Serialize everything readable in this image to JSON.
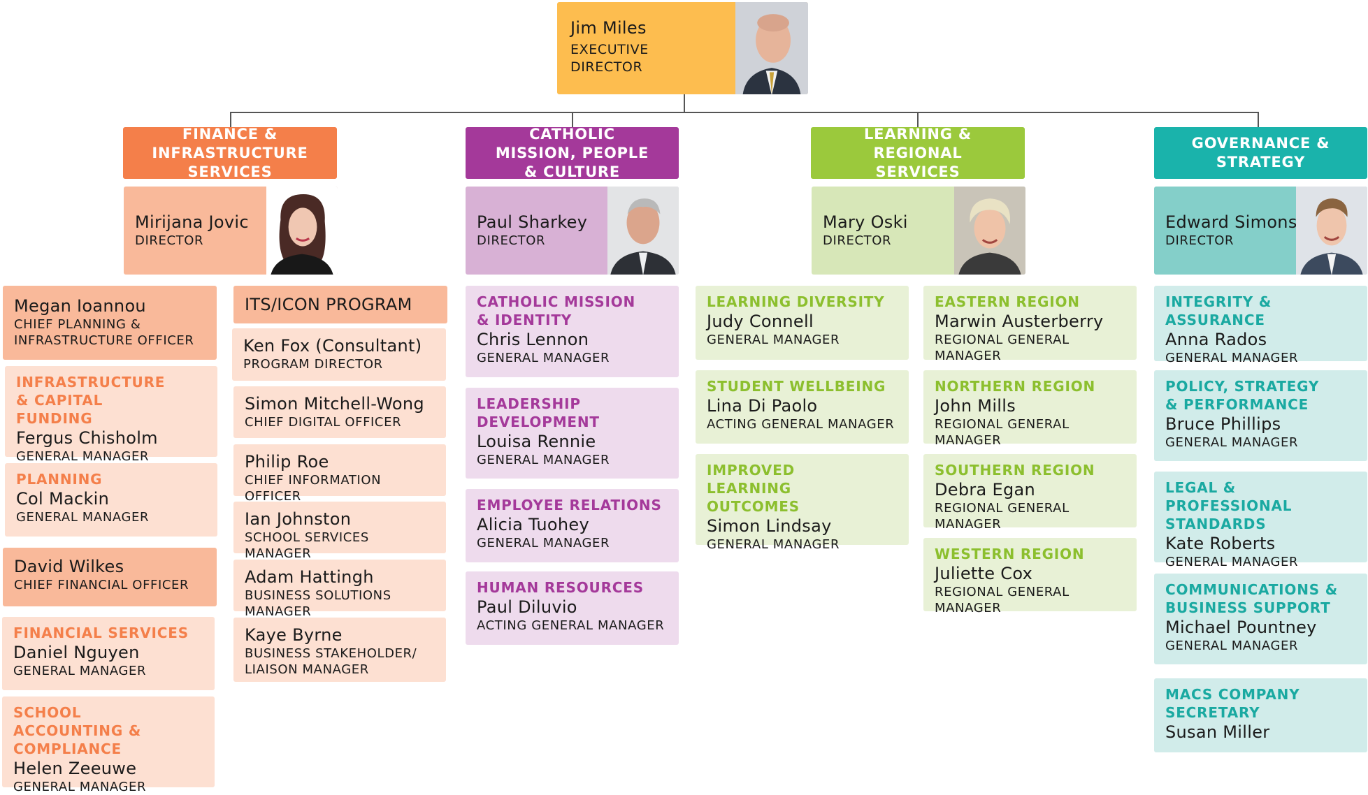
{
  "colors": {
    "orange": "#f47f4a",
    "orange_light": "#f9b99a",
    "orange_pale": "#fde0d2",
    "orange_text": "#f47f4a",
    "purple": "#a4399a",
    "purple_light": "#d8b1d5",
    "purple_pale": "#eedbed",
    "purple_text": "#a4399a",
    "green": "#9bc93c",
    "green_light": "#d7e7b8",
    "green_pale": "#e8f1d6",
    "green_text": "#8cbf2e",
    "teal": "#1ab3ab",
    "teal_light": "#84cfc9",
    "teal_pale": "#d1ecea",
    "teal_text": "#1aa9a1",
    "exec": "#fdbd4f"
  },
  "executive": {
    "name": "Jim Miles",
    "role": "EXECUTIVE DIRECTOR"
  },
  "divisions": {
    "finance": {
      "title": "FINANCE & INFRASTRUCTURE SERVICES",
      "director": {
        "name": "Mirijana Jovic",
        "role": "DIRECTOR"
      },
      "col1": [
        {
          "name": "Megan Ioannou",
          "role": "CHIEF PLANNING & INFRASTRUCTURE OFFICER"
        },
        {
          "dept": "INFRASTRUCTURE & CAPITAL FUNDING",
          "name": "Fergus Chisholm",
          "role": "GENERAL MANAGER"
        },
        {
          "dept": "PLANNING",
          "name": "Col Mackin",
          "role": "GENERAL MANAGER"
        },
        {
          "name": "David Wilkes",
          "role": "CHIEF FINANCIAL OFFICER"
        },
        {
          "dept": "FINANCIAL SERVICES",
          "name": "Daniel Nguyen",
          "role": "GENERAL MANAGER"
        },
        {
          "dept": "SCHOOL ACCOUNTING & COMPLIANCE",
          "name": "Helen Zeeuwe",
          "role": "GENERAL MANAGER"
        }
      ],
      "program": {
        "title": "ITS/ICON PROGRAM",
        "items": [
          {
            "name": "Ken Fox (Consultant)",
            "role": "PROGRAM DIRECTOR"
          },
          {
            "name": "Simon Mitchell-Wong",
            "role": "CHIEF DIGITAL OFFICER"
          },
          {
            "name": "Philip Roe",
            "role": "CHIEF INFORMATION OFFICER"
          },
          {
            "name": "Ian Johnston",
            "role": "SCHOOL SERVICES MANAGER"
          },
          {
            "name": "Adam Hattingh",
            "role": "BUSINESS SOLUTIONS MANAGER"
          },
          {
            "name": "Kaye Byrne",
            "role": "BUSINESS STAKEHOLDER/ LIAISON MANAGER"
          }
        ]
      }
    },
    "mission": {
      "title": "CATHOLIC MISSION, PEOPLE & CULTURE",
      "director": {
        "name": "Paul Sharkey",
        "role": "DIRECTOR"
      },
      "items": [
        {
          "dept": "CATHOLIC MISSION & IDENTITY",
          "name": "Chris Lennon",
          "role": "GENERAL MANAGER"
        },
        {
          "dept": "LEADERSHIP DEVELOPMENT",
          "name": "Louisa Rennie",
          "role": "GENERAL MANAGER"
        },
        {
          "dept": "EMPLOYEE RELATIONS",
          "name": "Alicia Tuohey",
          "role": "GENERAL MANAGER"
        },
        {
          "dept": "HUMAN RESOURCES",
          "name": "Paul Diluvio",
          "role": "ACTING GENERAL MANAGER"
        }
      ]
    },
    "learning": {
      "title": "LEARNING & REGIONAL SERVICES",
      "director": {
        "name": "Mary Oski",
        "role": "DIRECTOR"
      },
      "col1": [
        {
          "dept": "LEARNING DIVERSITY",
          "name": "Judy Connell",
          "role": "GENERAL MANAGER"
        },
        {
          "dept": "STUDENT WELLBEING",
          "name": "Lina Di Paolo",
          "role": "ACTING GENERAL MANAGER"
        },
        {
          "dept": "IMPROVED LEARNING OUTCOMES",
          "name": "Simon Lindsay",
          "role": "GENERAL MANAGER"
        }
      ],
      "col2": [
        {
          "dept": "EASTERN REGION",
          "name": "Marwin Austerberry",
          "role": "REGIONAL GENERAL MANAGER"
        },
        {
          "dept": "NORTHERN REGION",
          "name": "John Mills",
          "role": "REGIONAL GENERAL MANAGER"
        },
        {
          "dept": "SOUTHERN REGION",
          "name": "Debra Egan",
          "role": "REGIONAL GENERAL MANAGER"
        },
        {
          "dept": "WESTERN REGION",
          "name": "Juliette Cox",
          "role": "REGIONAL GENERAL MANAGER"
        }
      ]
    },
    "governance": {
      "title": "GOVERNANCE & STRATEGY",
      "director": {
        "name": "Edward Simons",
        "role": "DIRECTOR"
      },
      "items": [
        {
          "dept": "INTEGRITY & ASSURANCE",
          "name": "Anna Rados",
          "role": "GENERAL MANAGER"
        },
        {
          "dept": "POLICY, STRATEGY & PERFORMANCE",
          "name": "Bruce Phillips",
          "role": "GENERAL MANAGER"
        },
        {
          "dept": "LEGAL & PROFESSIONAL STANDARDS",
          "name": "Kate Roberts",
          "role": "GENERAL MANAGER"
        },
        {
          "dept": "COMMUNICATIONS & BUSINESS SUPPORT",
          "name": "Michael Pountney",
          "role": "GENERAL MANAGER"
        },
        {
          "dept": "MACS COMPANY SECRETARY",
          "name": "Susan Miller"
        }
      ]
    }
  }
}
